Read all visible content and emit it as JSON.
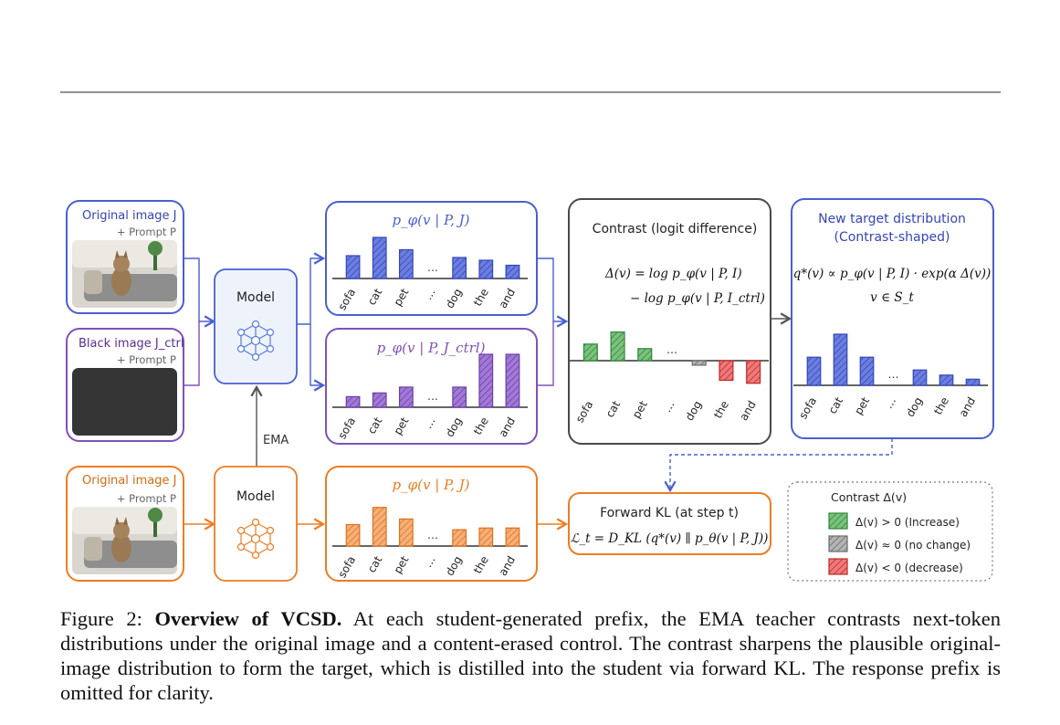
{
  "colors": {
    "blue": "#4a5fd0",
    "purple": "#7e52b8",
    "orange": "#ec7d22",
    "dark": "#4a4a4a",
    "green": "#3f9a45",
    "gray": "#8a8a8a",
    "red": "#d63a3a"
  },
  "inputs": {
    "original_top": {
      "title": "Original image J",
      "prompt": "+ Prompt P"
    },
    "black": {
      "title": "Black image J_ctrl",
      "prompt": "+ Prompt P"
    },
    "original_bottom": {
      "title": "Original image J",
      "prompt": "+ Prompt P"
    }
  },
  "models": {
    "teacher_label": "Model",
    "student_label": "Model",
    "ema_label": "EMA"
  },
  "dist_titles": {
    "top": "p_φ(v | P, J)",
    "mid": "p_φ(v | P, J_ctrl)",
    "bottom": "p_φ(v | P, J)"
  },
  "contrast": {
    "title": "Contrast (logit difference)",
    "eq1": "Δ(v) = log p_φ(v | P, I)",
    "eq2": "− log p_φ(v | P, I_ctrl)"
  },
  "target": {
    "title1": "New target distribution",
    "title2": "(Contrast-shaped)",
    "eq1": "q*(v) ∝ p_φ(v | P, I) · exp(α Δ(v))",
    "eq2": "v ∈ S_t"
  },
  "kl": {
    "title": "Forward KL (at step t)",
    "eq": "ℒ_t = D_KL (q*(v) ∥ p_θ(v | P, J))"
  },
  "legend": {
    "title": "Contrast Δ(v)",
    "items": [
      {
        "text": "Δ(v) > 0 (Increase)",
        "color": "#3f9a45"
      },
      {
        "text": "Δ(v) ≈ 0 (no change)",
        "color": "#8a8a8a"
      },
      {
        "text": "Δ(v) < 0 (decrease)",
        "color": "#d63a3a"
      }
    ]
  },
  "chart_data": [
    {
      "type": "bar",
      "id": "teacher_original",
      "title": "p_φ(v | P, J)",
      "categories": [
        "sofa",
        "cat",
        "pet",
        "…",
        "dog",
        "the",
        "and"
      ],
      "values": [
        0.5,
        0.9,
        0.63,
        null,
        0.46,
        0.4,
        0.29
      ]
    },
    {
      "type": "bar",
      "id": "teacher_control",
      "title": "p_φ(v | P, J_ctrl)",
      "categories": [
        "sofa",
        "cat",
        "pet",
        "…",
        "dog",
        "the",
        "and"
      ],
      "values": [
        0.2,
        0.27,
        0.38,
        null,
        0.38,
        1.0,
        1.0
      ]
    },
    {
      "type": "bar",
      "id": "contrast",
      "title": "Contrast (logit difference)",
      "categories": [
        "sofa",
        "cat",
        "pet",
        "…",
        "dog",
        "the",
        "and"
      ],
      "values": [
        0.55,
        0.95,
        0.4,
        null,
        -0.15,
        -0.65,
        -0.75
      ]
    },
    {
      "type": "bar",
      "id": "target",
      "title": "New target distribution (Contrast-shaped)",
      "categories": [
        "sofa",
        "cat",
        "pet",
        "…",
        "dog",
        "the",
        "and"
      ],
      "values": [
        0.55,
        1.0,
        0.55,
        null,
        0.3,
        0.2,
        0.12
      ]
    },
    {
      "type": "bar",
      "id": "student",
      "title": "p_φ(v | P, J)",
      "categories": [
        "sofa",
        "cat",
        "pet",
        "…",
        "dog",
        "the",
        "and"
      ],
      "values": [
        0.5,
        0.9,
        0.63,
        null,
        0.38,
        0.42,
        0.42
      ]
    }
  ],
  "caption": {
    "label": "Figure 2: ",
    "bold": "Overview of VCSD.",
    "text": " At each student-generated prefix, the EMA teacher contrasts next-token distributions under the original image and a content-erased control.  The contrast sharpens the plausible original-image distribution to form the target, which is distilled into the student via forward KL. The response prefix is omitted for clarity."
  }
}
